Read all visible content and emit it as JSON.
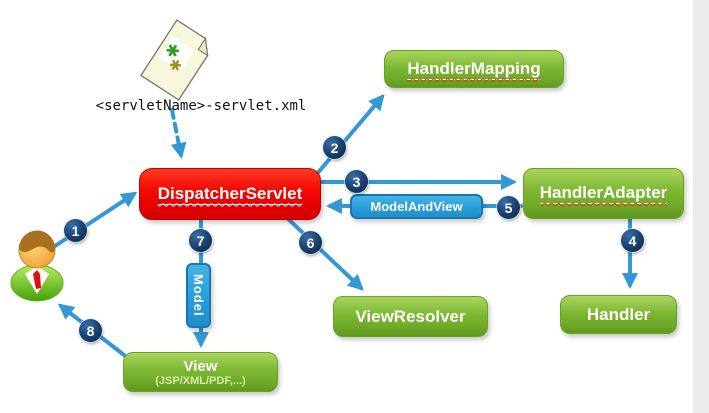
{
  "diagram": {
    "config_file_label": "<servletName>-servlet.xml",
    "boxes": {
      "dispatcher_servlet": "DispatcherServlet",
      "handler_mapping": "HandlerMapping",
      "handler_adapter": "HandlerAdapter",
      "handler": "Handler",
      "view_resolver": "ViewResolver",
      "view": "View",
      "view_subtitle": "(JSP/XML/PDF,...)",
      "model_and_view": "ModelAndView",
      "model": "Model"
    },
    "steps": [
      "1",
      "2",
      "3",
      "4",
      "5",
      "6",
      "7",
      "8"
    ],
    "colors": {
      "node_green": "#76B82A",
      "node_red": "#EE0000",
      "node_blue": "#2BA0DA",
      "arrow_blue": "#3398D4",
      "step_circle_navy": "#12355C",
      "squiggle_red": "#E5341C",
      "side_strip_gray": "#EBEBEB"
    }
  }
}
